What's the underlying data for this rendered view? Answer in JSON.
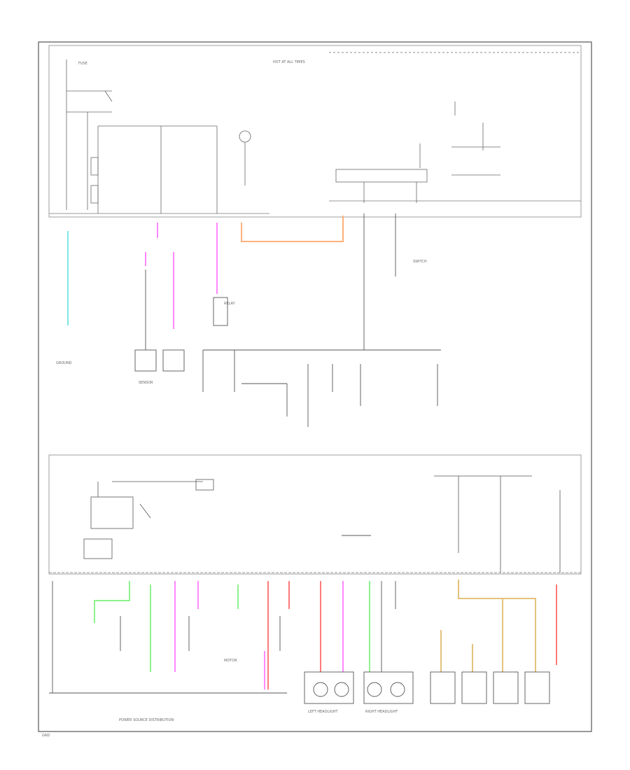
{
  "diagram": {
    "wire_colors": {
      "black": "#444444",
      "light_blue": "#7fe7e7",
      "orange": "#ffb07a",
      "pink": "#ff88ff",
      "red": "#ff7a7a",
      "green": "#8ef28e",
      "yellow": "#e3c27a",
      "gray": "#999999"
    },
    "labels": {
      "lbl_fuse_top": "FUSE",
      "lbl_hot": "HOT AT ALL TIMES",
      "lbl_ground": "GROUND",
      "lbl_left_headlight": "LEFT HEADLIGHT",
      "lbl_right_headlight": "RIGHT HEADLIGHT",
      "lbl_distribution": "POWER SOURCE DISTRIBUTION",
      "lbl_relay": "RELAY",
      "lbl_sensor": "SENSOR",
      "lbl_motor": "MOTOR",
      "lbl_switch": "SWITCH",
      "lbl_bottom_left": "GND"
    }
  }
}
